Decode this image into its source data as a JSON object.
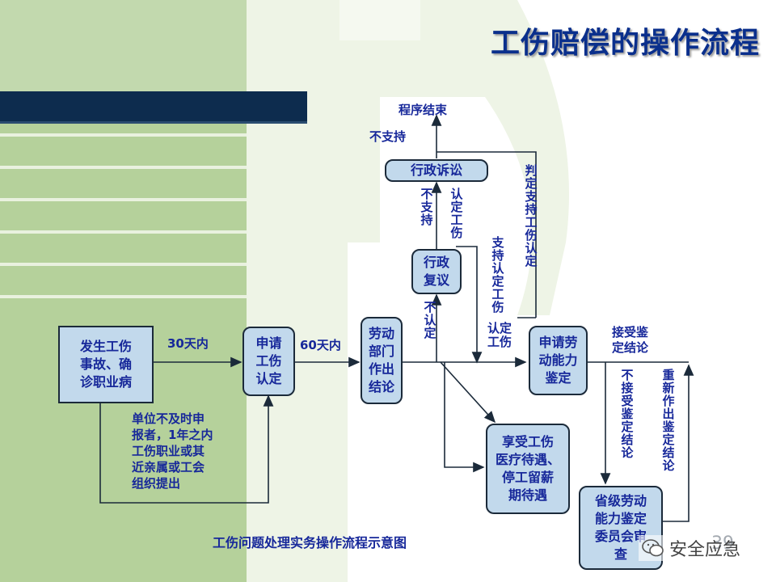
{
  "title": "工伤赔偿的操作流程",
  "nodes": {
    "accident": "发生工伤\n事故、确\n诊职业病",
    "apply_recognition": "申请\n工伤\n认定",
    "labor_dept_conclusion": "劳动\n部门\n作出\n结论",
    "admin_review": "行政\n复议",
    "admin_litigation": "行政诉讼",
    "apply_assessment": "申请劳\n动能力\n鉴定",
    "enjoy_benefits": "享受工伤\n医疗待遇、\n停工留薪\n期待遇",
    "provincial_review": "省级劳动\n能力鉴定\n委员会审\n查"
  },
  "labels": {
    "program_end": "程序结束",
    "not_support_top": "不支持",
    "within_30_days": "30天内",
    "within_60_days": "60天内",
    "employer_late_note": "单位不及时申\n报者，1年之内\n工伤职业或其\n近亲属或工会\n组织提出",
    "accept_assessment": "接受鉴\n定结论",
    "not_support_v": "不支持",
    "recognize_injury_v": "认定工伤",
    "not_recognized_v": "不认定",
    "support_recognize_v": "支持认定工伤",
    "recognize_injury_v2": "认定工伤",
    "court_supports_v": "判定支持工伤认定",
    "not_accept_v": "不接受鉴定结论",
    "reassess_v": "重新作出鉴定结论"
  },
  "footer": {
    "caption": "工伤问题处理实务操作流程示意图",
    "page_number": "39",
    "watermark": "安全应急"
  },
  "colors": {
    "title": "#0a2f8c",
    "text": "#17289a",
    "box_fill": "#c2d9ec",
    "dark_band": "#0d2c4e",
    "green_bg": "#a8c98c"
  }
}
